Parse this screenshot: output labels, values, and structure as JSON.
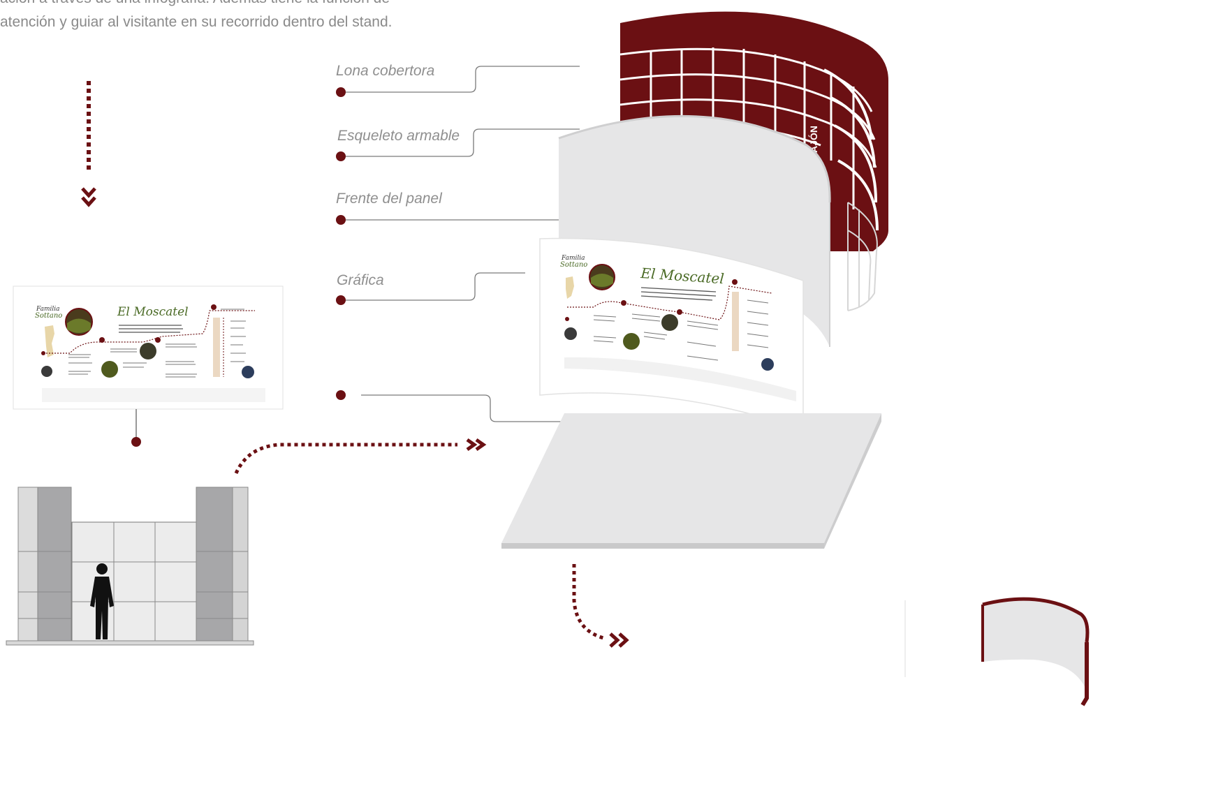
{
  "intro": {
    "line1": "ación a través de una infografía. Además tiene la función de",
    "line2": "atención y guiar al visitante en su recorrido dentro del stand."
  },
  "layers": [
    {
      "label": "Lona cobertora"
    },
    {
      "label": "Esqueleto armable"
    },
    {
      "label": "Frente del panel"
    },
    {
      "label": "Gráfica"
    },
    {
      "label": ""
    }
  ],
  "graphic_panel": {
    "title": "El Moscatel",
    "vertical_text": "BAJÓN"
  },
  "colors": {
    "accent": "#6b1013",
    "text_gray": "#8f8f8f",
    "panel_gray": "#e6e6e7",
    "base_gray": "#d9d9da"
  }
}
